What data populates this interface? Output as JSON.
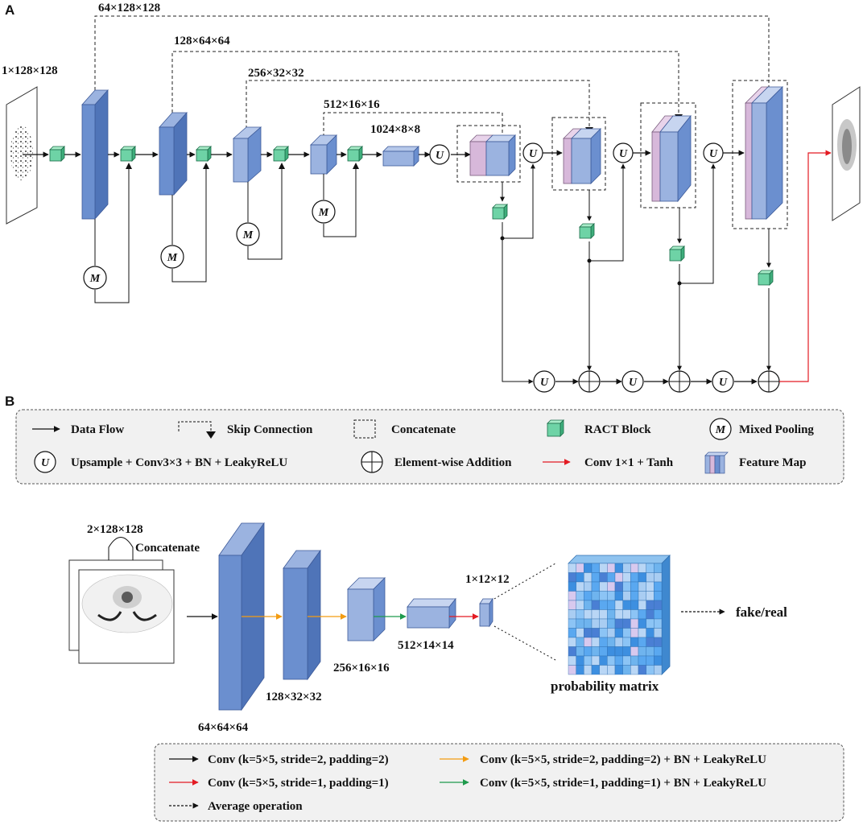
{
  "panels": {
    "a": "A",
    "b": "B"
  },
  "generator": {
    "input_dim": "1×128×128",
    "skip_dims": [
      "64×128×128",
      "128×64×64",
      "256×32×32",
      "512×16×16"
    ],
    "bottleneck_dim": "1024×8×8",
    "upsample_symbol": "U",
    "pool_symbol": "M"
  },
  "legend_top": {
    "data_flow": "Data Flow",
    "skip_connection": "Skip Connection",
    "concatenate": "Concatenate",
    "ract_block": "RACT Block",
    "mixed_pooling": "Mixed Pooling",
    "upsample": "Upsample + Conv3×3 + BN + LeakyReLU",
    "elementwise_addition": "Element-wise Addition",
    "conv_tanh": "Conv 1×1 + Tanh",
    "feature_map": "Feature Map"
  },
  "discriminator": {
    "input_dim": "2×128×128",
    "concat_label": "Concatenate",
    "dims": [
      "64×64×64",
      "128×32×32",
      "256×16×16",
      "512×14×14",
      "1×12×12"
    ],
    "matrix_label": "probability matrix",
    "output_label": "fake/real"
  },
  "legend_bottom": {
    "conv_k5_s2_black": "Conv (k=5×5, stride=2, padding=2)",
    "conv_k5_s2_bn_orange": "Conv (k=5×5, stride=2, padding=2) + BN + LeakyReLU",
    "conv_k5_s1_red": "Conv (k=5×5, stride=1, padding=1)",
    "conv_k5_s1_bn_green": "Conv (k=5×5, stride=1, padding=1) + BN + LeakyReLU",
    "average_op": "Average operation"
  },
  "colors": {
    "blue_face": "#6b8fcf",
    "blue_light": "#9bb3e0",
    "pink_face": "#d7b8da",
    "ract_green": "#6ed3a6",
    "red_arrow": "#e31b23",
    "orange_arrow": "#f39c12",
    "green_arrow": "#1e9a4c"
  }
}
